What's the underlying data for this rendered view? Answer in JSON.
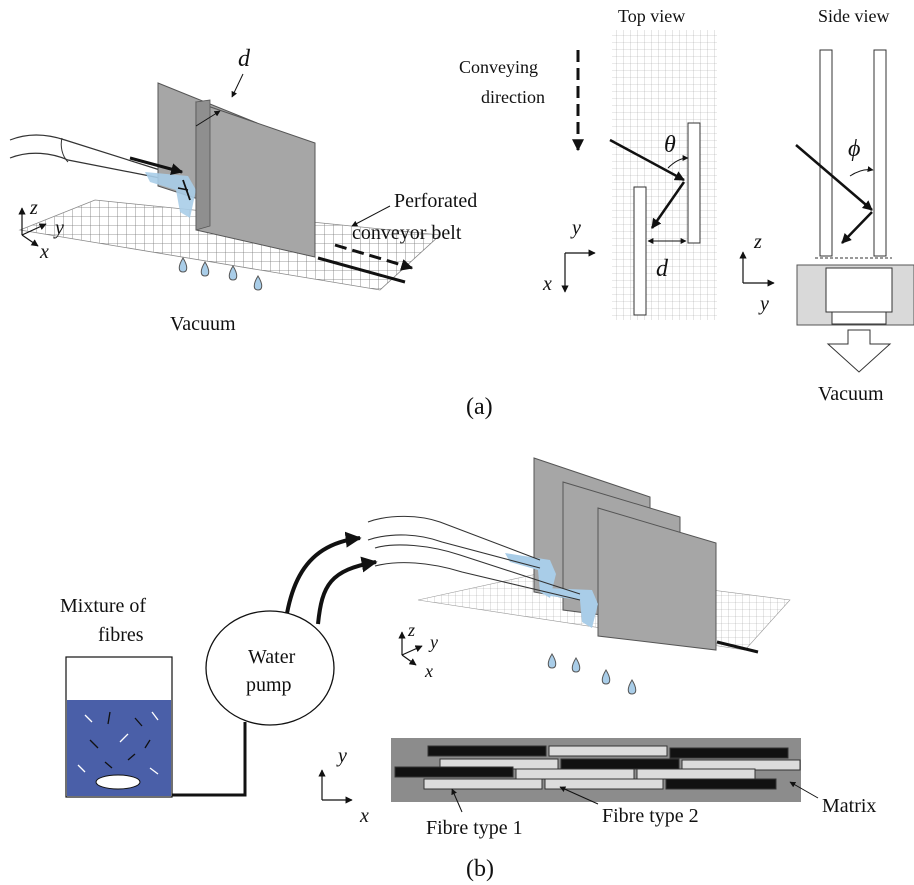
{
  "panel_a": {
    "label": "(a)",
    "symbols": {
      "d": "d",
      "theta": "θ",
      "phi": "ϕ",
      "x": "x",
      "y": "y",
      "z": "z"
    },
    "perforated_belt_line1": "Perforated",
    "perforated_belt_line2": "conveyor belt",
    "vacuum": "Vacuum",
    "top_view": "Top view",
    "side_view": "Side view",
    "conveying_line1": "Conveying",
    "conveying_line2": "direction",
    "vacuum_side": "Vacuum"
  },
  "panel_b": {
    "label": "(b)",
    "mixture_line1": "Mixture of",
    "mixture_line2": "fibres",
    "pump_line1": "Water",
    "pump_line2": "pump",
    "fibre_type_1": "Fibre type 1",
    "fibre_type_2": "Fibre type 2",
    "matrix": "Matrix"
  },
  "colors": {
    "plate": "#a6a6a6",
    "plate_stroke": "#555555",
    "water": "#a9cde8",
    "tank_fill": "#4a5fa8",
    "matrix_fill": "#8c8c8c",
    "fibre_dark": "#111111",
    "fibre_light": "#dcdcdc"
  }
}
